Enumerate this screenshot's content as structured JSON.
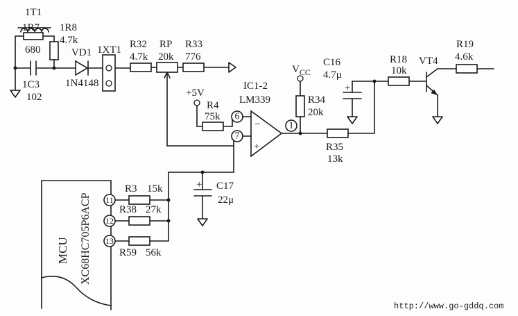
{
  "components": {
    "t1": "1T1",
    "r7": "1R7",
    "r7_value": "680",
    "r8": "1R8",
    "r8_value": "4.7k",
    "c3": "1C3",
    "c3_value": "102",
    "vd1": "VD1",
    "vd1_value": "1N4148",
    "xt1": "1XT1",
    "r32": "R32",
    "r32_value": "4.7k",
    "rp": "RP",
    "rp_value": "20k",
    "r33": "R33",
    "r33_value": "776",
    "vcc": "V",
    "vcc_sub": "CC",
    "c16": "C16",
    "c16_value": "4.7μ",
    "r18": "R18",
    "r18_value": "10k",
    "vt4": "VT4",
    "r19": "R19",
    "r19_value": "4.6k",
    "ic": "IC1-2",
    "ic_value": "LM339",
    "plus5v": "+5V",
    "r4": "R4",
    "r4_value": "75k",
    "r34": "R34",
    "r34_value": "20k",
    "r35": "R35",
    "r35_value": "13k",
    "c17": "C17",
    "c17_value": "22μ",
    "r3": "R3",
    "r3_value": "15k",
    "r38": "R38",
    "r38_value": "27k",
    "r59": "R59",
    "r59_value": "56k",
    "mcu": "MCU",
    "mcu_part": "XC68HC705P6ACP"
  },
  "pins": {
    "pin6": "6",
    "pin7": "7",
    "pin1": "1",
    "pin11": "11",
    "pin12": "12",
    "pin13": "13"
  },
  "signs": {
    "minus": "−",
    "plus": "+"
  },
  "watermark": "http://www.go-gddq.com"
}
